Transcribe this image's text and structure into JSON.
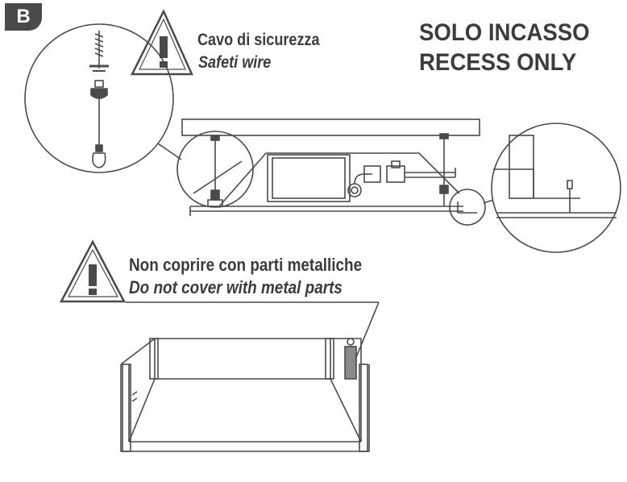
{
  "section_badge": "B",
  "safety_wire": {
    "label_it": "Cavo di sicurezza",
    "label_en": "Safeti wire"
  },
  "recess": {
    "line_it": "SOLO INCASSO",
    "line_en": "RECESS ONLY"
  },
  "metal_warning": {
    "label_it": "Non coprire con parti metalliche",
    "label_en": "Do not cover with metal parts"
  },
  "icons": [
    "warning-triangle-icon",
    "warning-triangle-icon"
  ],
  "colors": {
    "ink": "#3c3c3c",
    "badge": "#4a4a4a"
  }
}
